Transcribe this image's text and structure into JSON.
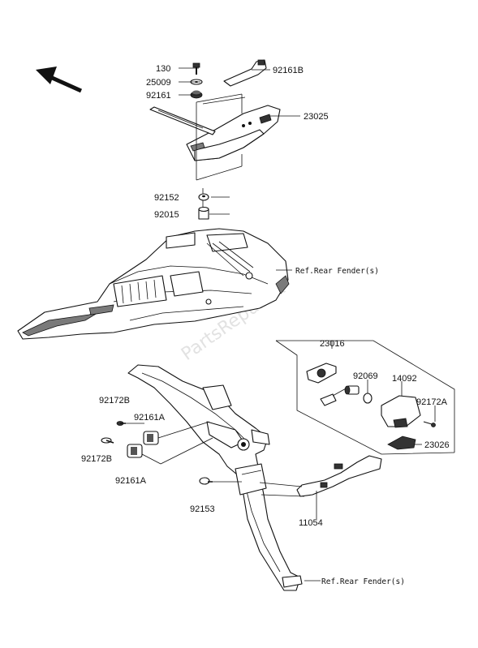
{
  "diagram": {
    "labels": {
      "p130": "130",
      "p25009": "25009",
      "p92161": "92161",
      "p92161B": "92161B",
      "p23025": "23025",
      "p92152": "92152",
      "p92015": "92015",
      "ref_rear_fender_top": "Ref.Rear Fender(s)",
      "p23016": "23016",
      "p92069": "92069",
      "p14092": "14092",
      "p92172A": "92172A",
      "p23026": "23026",
      "p92172B_top": "92172B",
      "p92161A_top": "92161A",
      "p92172B_bottom": "92172B",
      "p92161A_bottom": "92161A",
      "p92153": "92153",
      "p11054": "11054",
      "ref_rear_fender_bottom": "Ref.Rear Fender(s)"
    },
    "watermark": "PartsRepublik",
    "colors": {
      "line": "#111111",
      "shade": "#7a7a7a",
      "background": "#ffffff"
    }
  }
}
